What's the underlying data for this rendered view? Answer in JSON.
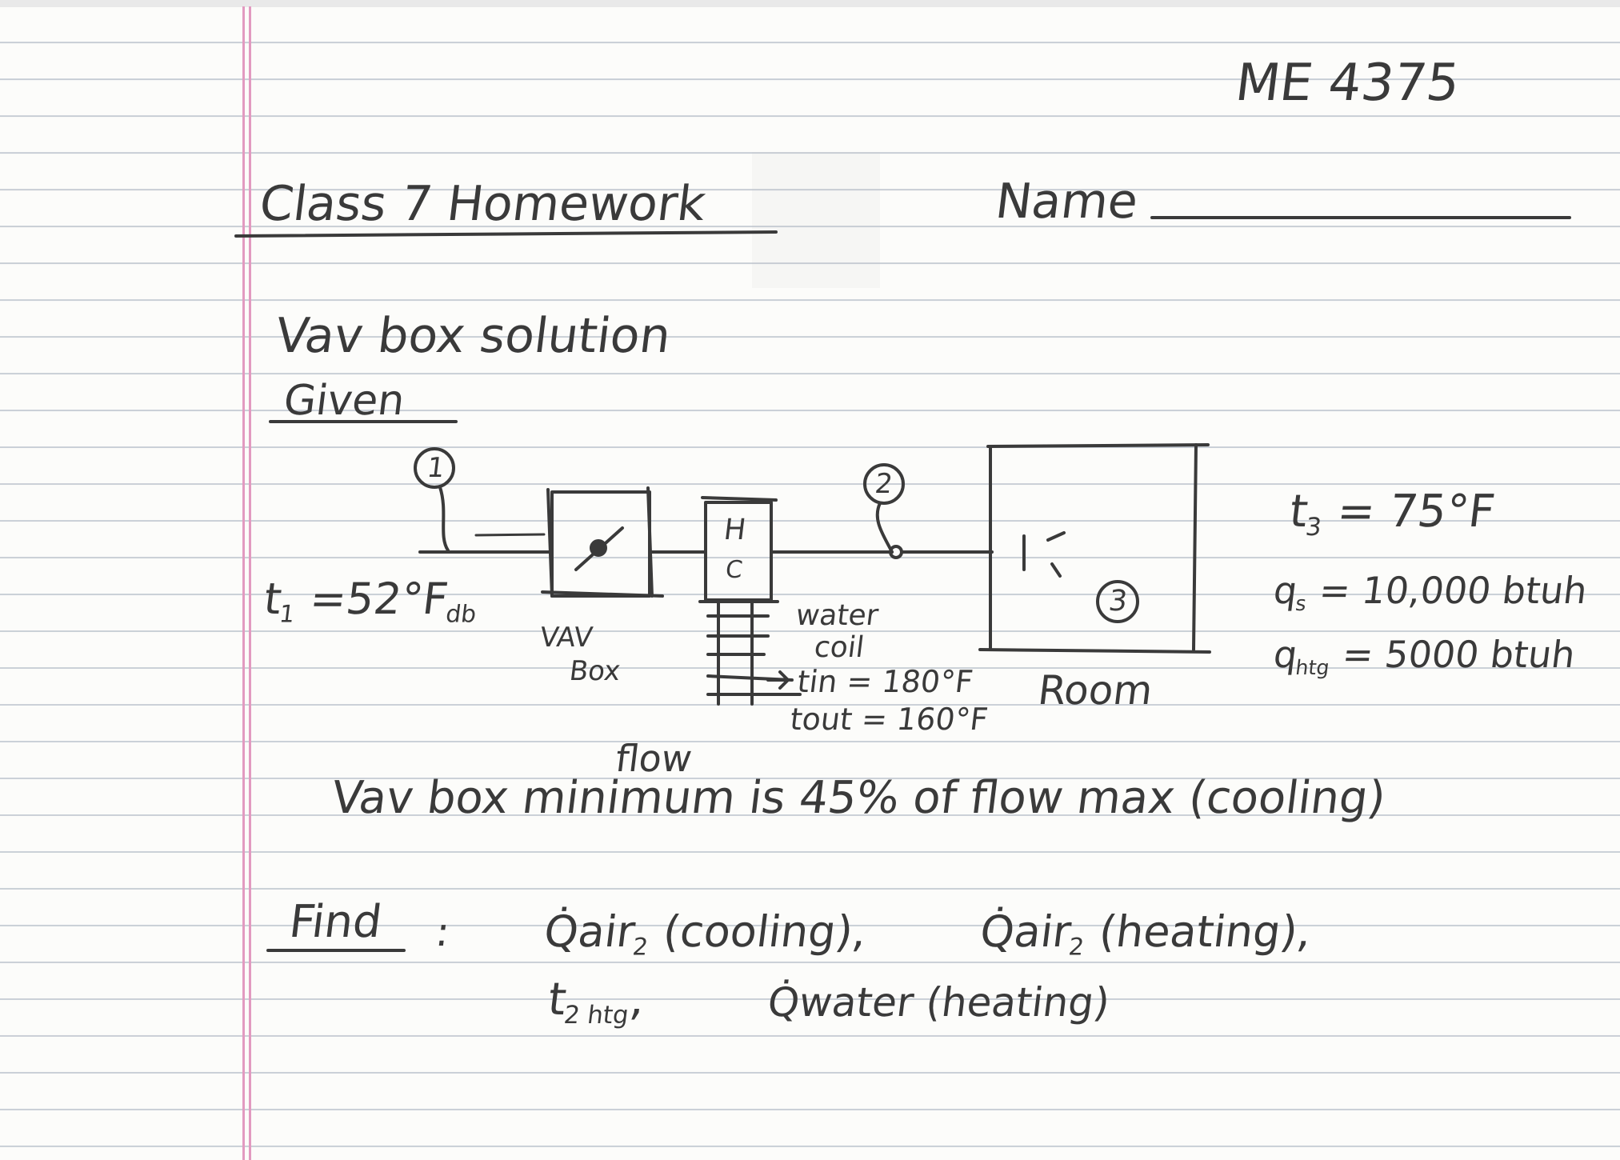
{
  "header": {
    "course": "ME 4375",
    "title": "Class 7 Homework",
    "name_label": "Name"
  },
  "problem": {
    "heading": "Vav box solution",
    "given_label": "Given",
    "diagram": {
      "node1": "1",
      "node2": "2",
      "node3": "3",
      "t1_label": "t",
      "t1_sub": "1",
      "t1_value": "=52°F",
      "t1_suffix": "db",
      "vav_label_1": "VAV",
      "vav_label_2": "Box",
      "heater_top": "H",
      "heater_bottom": "C",
      "coil_label_1": "water",
      "coil_label_2": "coil",
      "tin_label": "tin = 180°F",
      "tout_label": "tout = 160°F",
      "room_label": "Room"
    },
    "conditions": {
      "t3_label": "t",
      "t3_sub": "3",
      "t3_value": "= 75°F",
      "qs_label": "q",
      "qs_sub": "s",
      "qs_value": "= 10,000 btuh",
      "qhtg_label": "q",
      "qhtg_sub": "htg",
      "qhtg_value": "= 5000 btuh"
    },
    "minimum_note_insert": "flow",
    "minimum_note": "Vav box minimum is 45% of flow max (cooling)",
    "find_label": "Find",
    "find_colon": ":",
    "find_line1_a": "Q̇air",
    "find_line1_a_sub": "2",
    "find_line1_a_rest": "(cooling),",
    "find_line1_b": "Q̇air",
    "find_line1_b_sub": "2",
    "find_line1_b_rest": "(heating),",
    "find_line2_a": "t",
    "find_line2_a_sub": "2 htg",
    "find_line2_b": "Q̇water (heating)"
  },
  "colors": {
    "ink": "#3a3a3a",
    "paper": "#fcfcfa",
    "rule_line": "#bfc6cf",
    "margin_line": "#e29ac0"
  }
}
